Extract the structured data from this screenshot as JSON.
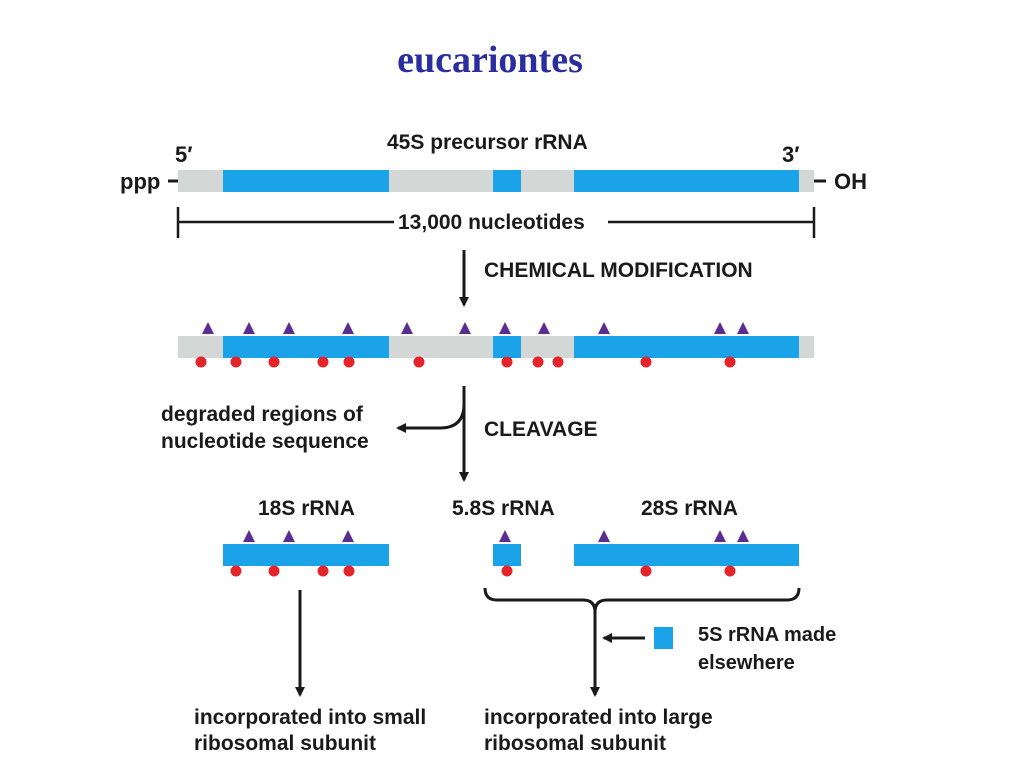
{
  "title": "eucariontes",
  "precursor": {
    "label": "45S precursor rRNA",
    "five_prime": "5′",
    "three_prime": "3′",
    "left_end": "ppp",
    "right_end": "OH",
    "length_label": "13,000 nucleotides"
  },
  "steps": {
    "modification": "CHEMICAL MODIFICATION",
    "cleavage": "CLEAVAGE"
  },
  "degraded": {
    "line1": "degraded regions of",
    "line2": "nucleotide sequence"
  },
  "products": {
    "rrna_18s": "18S rRNA",
    "rrna_58s": "5.8S rRNA",
    "rrna_28s": "28S rRNA"
  },
  "five_s": {
    "line1": "5S rRNA made",
    "line2": "elsewhere"
  },
  "destinations": {
    "small_line1": "incorporated into small",
    "small_line2": "ribosomal subunit",
    "large_line1": "incorporated into large",
    "large_line2": "ribosomal subunit"
  },
  "colors": {
    "mature_rna": "#1aa3e8",
    "spacer_rna": "#d3d8d6",
    "methylation_marker": "#5b2d8e",
    "base_modification_marker": "#e3242b",
    "title": "#2a2e9e"
  }
}
